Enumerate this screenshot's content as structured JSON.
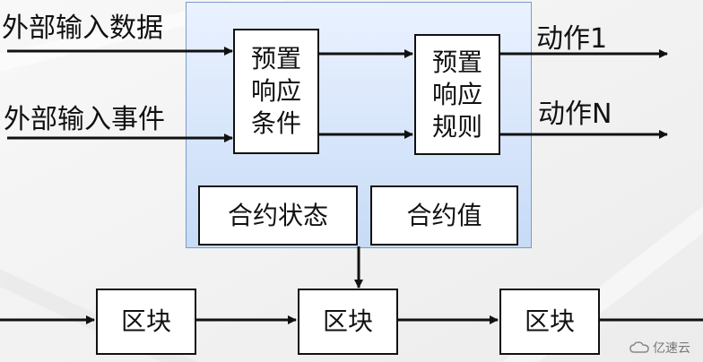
{
  "inputs": {
    "external_data": "外部输入数据",
    "external_event": "外部输入事件"
  },
  "contract": {
    "preset_condition": "预置\n响应\n条件",
    "preset_rule": "预置\n响应\n规则",
    "state": "合约状态",
    "value": "合约值"
  },
  "outputs": {
    "action_1": "动作1",
    "action_n": "动作N"
  },
  "chain": {
    "block_1": "区块",
    "block_2": "区块",
    "block_3": "区块"
  },
  "watermark": {
    "text": "亿速云",
    "icon": "cloud-logo-icon"
  },
  "colors": {
    "panel_top": "#eaf2ff",
    "panel_bottom": "#c7dbf6",
    "line": "#111111"
  }
}
